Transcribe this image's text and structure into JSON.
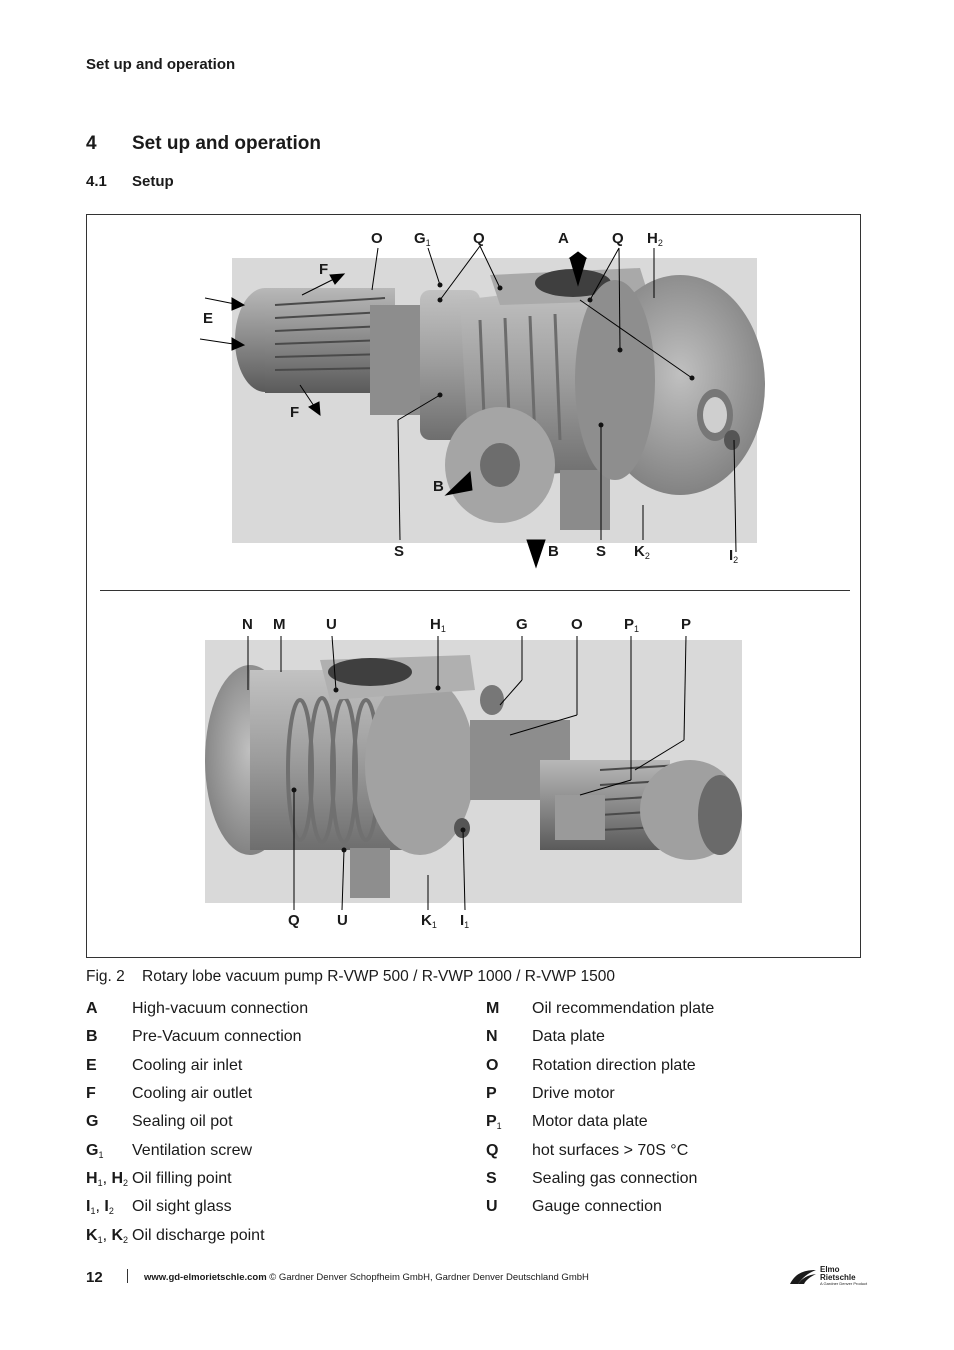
{
  "header": {
    "running_title": "Set up and operation"
  },
  "section": {
    "number": "4",
    "title": "Set up and operation"
  },
  "subsection": {
    "number": "4.1",
    "title": "Setup"
  },
  "figure_top_labels": {
    "O": "O",
    "G": "G",
    "G_sub": "1",
    "Q1": "Q",
    "A": "A",
    "Q2": "Q",
    "H": "H",
    "H_sub": "2",
    "F1": "F",
    "E": "E",
    "F2": "F",
    "B1": "B",
    "S1": "S",
    "B2": "B",
    "S2": "S",
    "K": "K",
    "K_sub": "2",
    "I": "I",
    "I_sub": "2"
  },
  "figure_bottom_labels": {
    "N": "N",
    "M": "M",
    "U1": "U",
    "H": "H",
    "H_sub": "1",
    "G": "G",
    "O": "O",
    "P1": "P",
    "P1_sub": "1",
    "P": "P",
    "Q": "Q",
    "U2": "U",
    "K": "K",
    "K_sub": "1",
    "I": "I",
    "I_sub": "1"
  },
  "caption": {
    "number": "Fig. 2",
    "text": "Rotary lobe vacuum pump  R-VWP 500 / R-VWP 1000 / R-VWP 1500"
  },
  "legend_left": [
    {
      "key": "A",
      "desc": "High-vacuum connection"
    },
    {
      "key": "B",
      "desc": "Pre-Vacuum connection"
    },
    {
      "key": "E",
      "desc": "Cooling air inlet"
    },
    {
      "key": "F",
      "desc": "Cooling air outlet"
    },
    {
      "key": "G",
      "desc": "Sealing oil pot"
    },
    {
      "key": "G",
      "key_sub": "1",
      "desc": "Ventilation screw"
    },
    {
      "key": "H",
      "key_sub": "1",
      "key2": "H",
      "key2_sub": "2",
      "desc": "Oil filling point"
    },
    {
      "key": "I",
      "key_sub": "1",
      "key2": "I",
      "key2_sub": "2",
      "desc": "Oil sight glass"
    },
    {
      "key": "K",
      "key_sub": "1",
      "key2": "K",
      "key2_sub": "2",
      "desc": "Oil discharge point"
    }
  ],
  "legend_right": [
    {
      "key": "M",
      "desc": "Oil recommendation plate"
    },
    {
      "key": "N",
      "desc": "Data plate"
    },
    {
      "key": "O",
      "desc": "Rotation direction plate"
    },
    {
      "key": "P",
      "desc": "Drive motor"
    },
    {
      "key": "P",
      "key_sub": "1",
      "desc": "Motor data plate"
    },
    {
      "key": "Q",
      "desc": "hot surfaces > 70S °C"
    },
    {
      "key": "S",
      "desc": "Sealing gas connection"
    },
    {
      "key": "U",
      "desc": "Gauge connection"
    }
  ],
  "footer": {
    "page_number": "12",
    "website": "www.gd-elmorietschle.com",
    "copyright": " © Gardner Denver Schopfheim GmbH, Gardner Denver Deutschland GmbH",
    "logo_line1": "Elmo",
    "logo_line2": "Rietschle",
    "logo_tagline": "A Gardner Denver Product"
  },
  "colors": {
    "text": "#1a1a1a",
    "pump_body": "#9a9a9a",
    "pump_dark": "#5e5e5e",
    "pump_light": "#c6c6c6"
  }
}
